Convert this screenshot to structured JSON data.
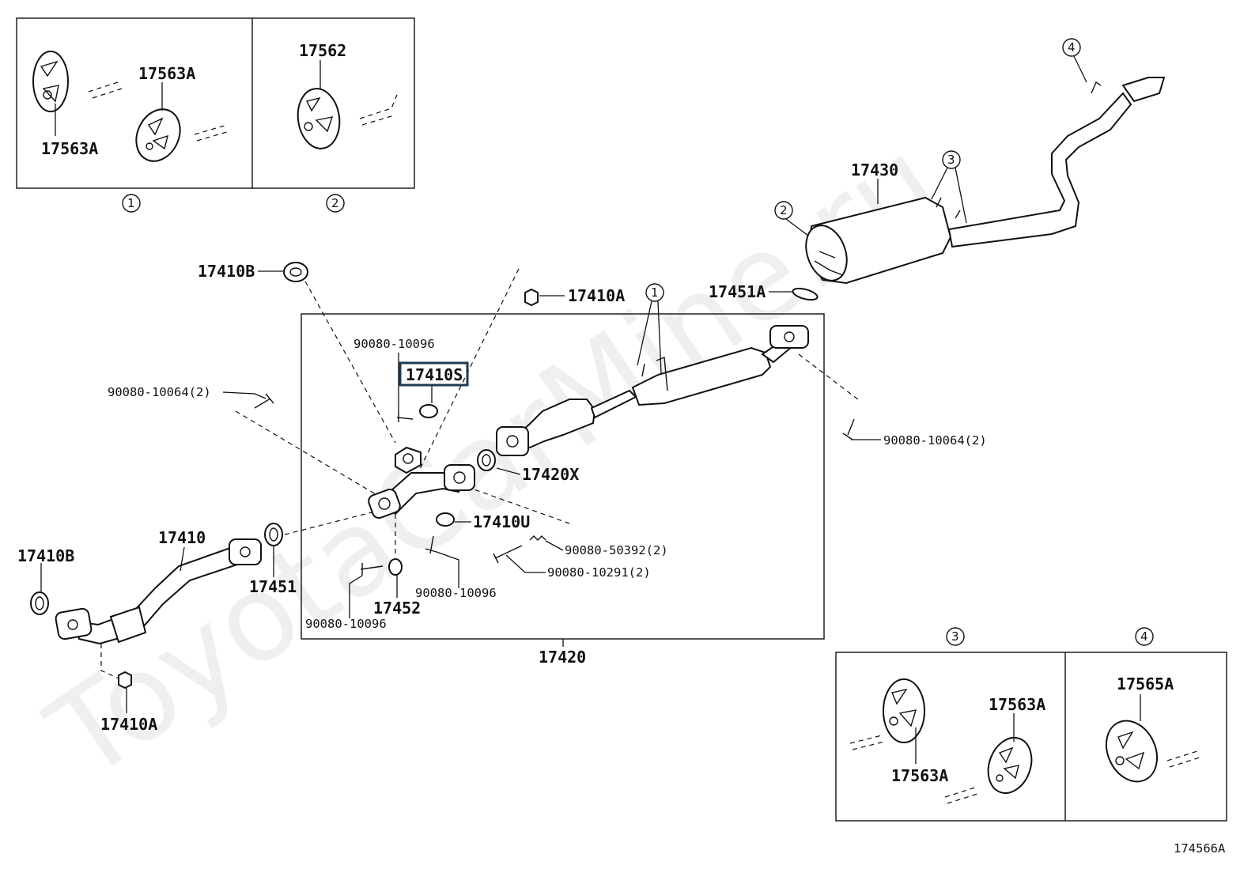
{
  "diagram_id": "174566A",
  "watermark": "ToyotaCarMine.ru",
  "highlighted_part": "17410S",
  "callouts": {
    "c1": "1",
    "c2": "2",
    "c3": "3",
    "c4": "4"
  },
  "parts": {
    "p17410B_top": "17410B",
    "p17410B_left": "17410B",
    "p17410A_top": "17410A",
    "p17410A_bottom": "17410A",
    "p17410": "17410",
    "p17451": "17451",
    "p17452": "17452",
    "p17420": "17420",
    "p17420X": "17420X",
    "p17410U": "17410U",
    "p17410S": "17410S",
    "p17430": "17430",
    "p17451A": "17451A",
    "p17562": "17562",
    "p17563A_a": "17563A",
    "p17563A_b": "17563A",
    "p17563A_c": "17563A",
    "p17563A_d": "17563A",
    "p17565A": "17565A",
    "bolt_top": "90080-10096",
    "bolt_10064_left": "90080-10064(2)",
    "bolt_10064_right": "90080-10064(2)",
    "bolt_50392": "90080-50392(2)",
    "bolt_10291": "90080-10291(2)",
    "bolt_10096_mid": "90080-10096",
    "bolt_10096_bot": "90080-10096"
  }
}
